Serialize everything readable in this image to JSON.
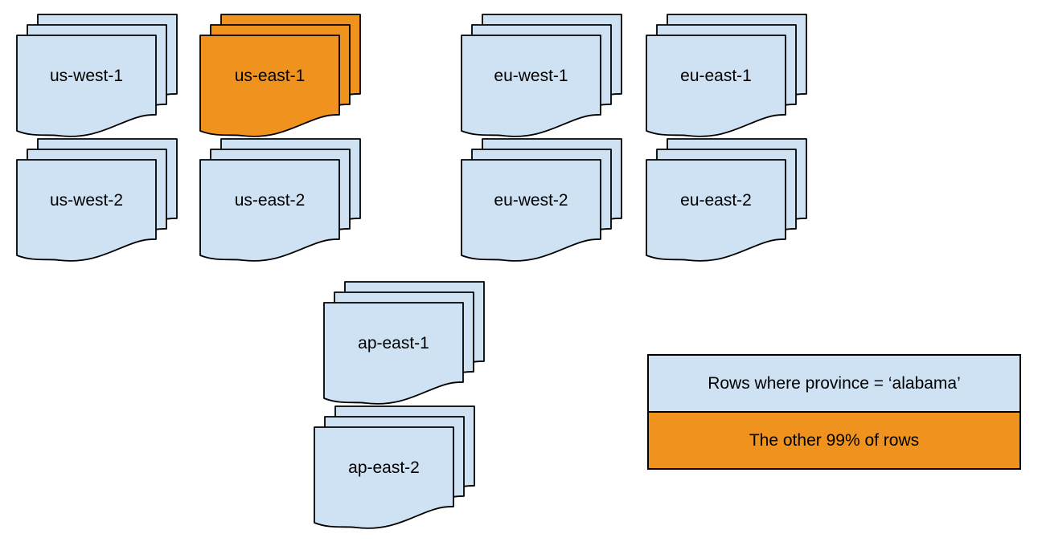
{
  "diagram": {
    "pages_per_stack": 3,
    "stacks": [
      {
        "label": "us-west-1",
        "variant": "normal"
      },
      {
        "label": "us-east-1",
        "variant": "highlight"
      },
      {
        "label": "eu-west-1",
        "variant": "normal"
      },
      {
        "label": "eu-east-1",
        "variant": "normal"
      },
      {
        "label": "us-west-2",
        "variant": "normal"
      },
      {
        "label": "us-east-2",
        "variant": "normal"
      },
      {
        "label": "eu-west-2",
        "variant": "normal"
      },
      {
        "label": "eu-east-2",
        "variant": "normal"
      },
      {
        "label": "ap-east-1",
        "variant": "normal"
      },
      {
        "label": "ap-east-2",
        "variant": "normal"
      }
    ]
  },
  "legend": {
    "items": [
      {
        "label": "Rows where province = ‘alabama’",
        "variant": "normal"
      },
      {
        "label": "The other 99% of rows",
        "variant": "highlight"
      }
    ]
  },
  "colors": {
    "document_fill": "#cfe2f3",
    "highlight_fill": "#f0931e",
    "outline": "#000000",
    "background": "#ffffff"
  }
}
